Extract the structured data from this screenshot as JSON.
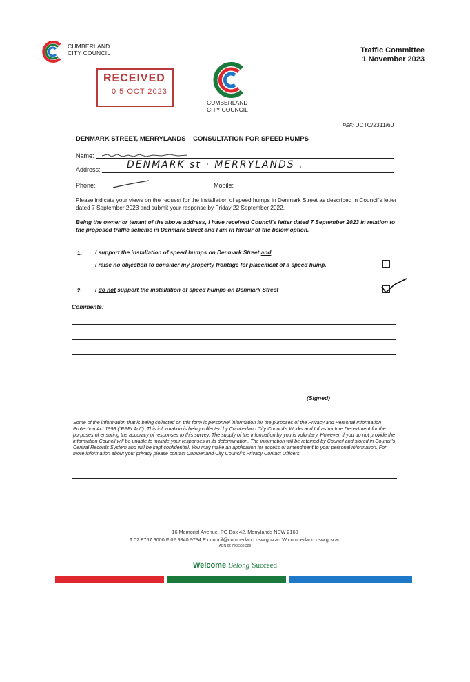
{
  "header": {
    "council_name_line1": "CUMBERLAND",
    "council_name_line2": "CITY COUNCIL",
    "committee": "Traffic Committee",
    "date": "1 November 2023"
  },
  "stamp": {
    "label": "RECEIVED",
    "date": "0 5 OCT 2023"
  },
  "ref": {
    "prefix": "REF:",
    "code": "DCTC/2311/60"
  },
  "form": {
    "title": "DENMARK STREET, MERRYLANDS – CONSULTATION FOR SPEED HUMPS",
    "name_label": "Name:",
    "address_label": "Address:",
    "address_value": "DENMARK st · MERRYLANDS .",
    "phone_label": "Phone:",
    "mobile_label": "Mobile:",
    "intro": "Please indicate your views on the request for the installation of speed humps in Denmark Street as described in Council's letter dated 7 September 2023 and submit your response by Friday 22 September 2022.",
    "declaration": "Being the owner or tenant of the above address, I have received Council's letter dated 7 September 2023 in relation to the proposed traffic scheme in Denmark Street and I am in favour of the below option.",
    "options": [
      {
        "number": "1.",
        "line1_a": "I support the installation of speed humps on Denmark Street ",
        "line1_b": "and",
        "line2": "I raise no objection to consider my property frontage for placement of a speed hump.",
        "checked": false
      },
      {
        "number": "2.",
        "text_a": "I ",
        "text_b": "do not",
        "text_c": " support the installation of speed humps on Denmark Street",
        "checked": true
      }
    ],
    "comments_label": "Comments:",
    "signed_label": "(Signed)"
  },
  "privacy": "Some of the information that is being collected on this form is personnel information for the purposes of the Privacy and Personal Information Protection Act 1998 (\"PPPI Act\"). This information is being collected by Cumberland City Council's Works and Infrastructure Department for the purposes of ensuring the accuracy of responses to this survey. The supply of the information by you is voluntary. However, if you do not provide the information Council will be unable to include your responses in its determination. The information will be retained by Council and stored in Council's Central Records System and will be kept confidential. You may make an application for access or amendment to your personal information. For more information about your privacy please contact Cumberland City Council's Privacy Contact Officers.",
  "footer": {
    "address": "16 Memorial Avenue, PO Box 42, Merrylands NSW 2160",
    "contacts": "T 02 8757 9000   F 02 9840 9734   E council@cumberland.nsw.gov.au   W cumberland.nsw.gov.au",
    "abn": "ABN 22 798 563 329",
    "welcome": "Welcome",
    "belong": "Belong",
    "succeed": "Succeed"
  },
  "colors": {
    "red": "#e0262f",
    "green": "#1a7a3c",
    "blue": "#1f78c8",
    "stamp": "#b83a3a"
  }
}
